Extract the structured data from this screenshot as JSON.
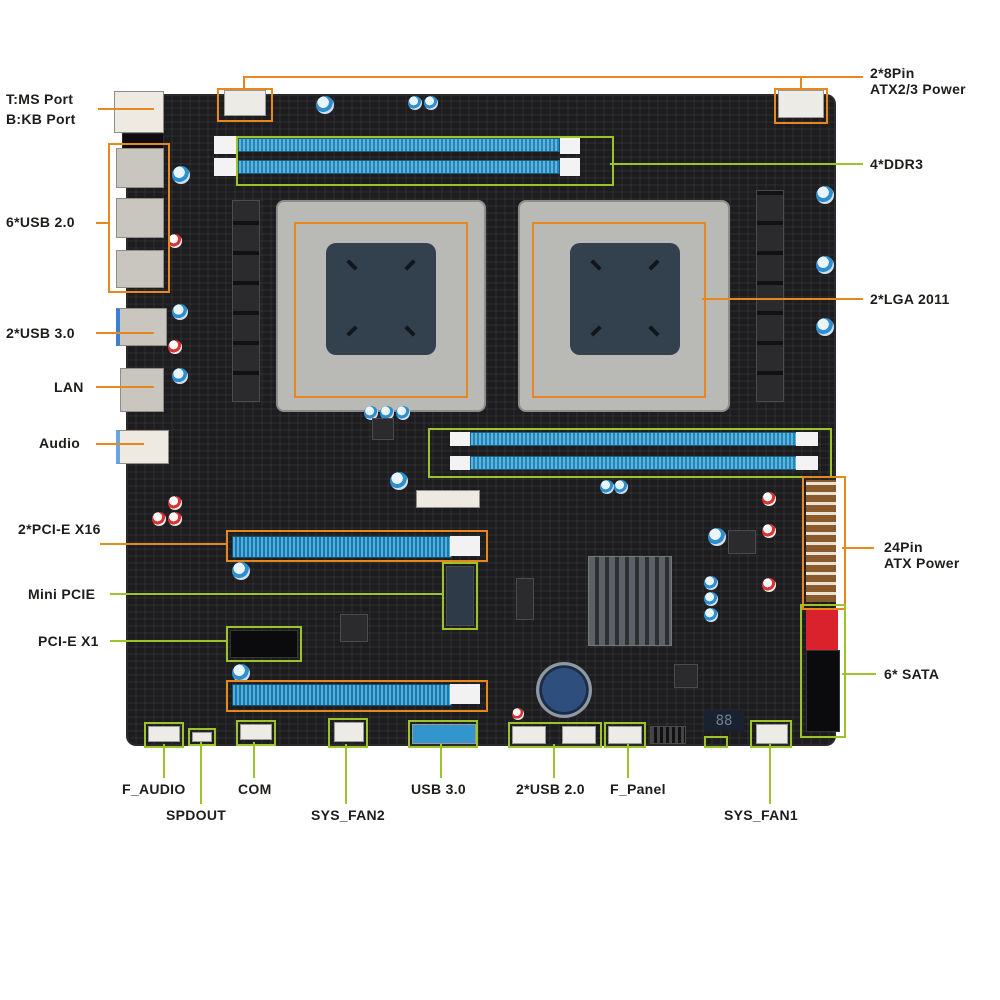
{
  "diagram": {
    "subject": "Dual-socket LGA 2011 server motherboard",
    "colors": {
      "callout_orange": "#e8871e",
      "callout_green": "#9cc42a",
      "board": "#1d1d1f",
      "slot_blue": "#3a98c9"
    },
    "left_labels": {
      "ms_port": "T:MS Port",
      "kb_port": "B:KB Port",
      "usb2": "6*USB 2.0",
      "usb3": "2*USB 3.0",
      "lan": "LAN",
      "audio": "Audio",
      "pcie_x16": "2*PCI-E X16",
      "mini_pcie": "Mini PCIE",
      "pcie_x1": "PCI-E X1"
    },
    "right_labels": {
      "atx_8pin_line1": "2*8Pin",
      "atx_8pin_line2": "ATX2/3 Power",
      "ddr3": "4*DDR3",
      "lga": "2*LGA 2011",
      "atx24_line1": "24Pin",
      "atx24_line2": "ATX Power",
      "sata": "6* SATA"
    },
    "bottom_labels": {
      "f_audio": "F_AUDIO",
      "spdout": "SPDOUT",
      "com": "COM",
      "sys_fan2": "SYS_FAN2",
      "usb3_header": "USB 3.0",
      "usb2_headers": "2*USB 2.0",
      "f_panel": "F_Panel",
      "sys_fan1": "SYS_FAN1"
    },
    "debug_led": "88"
  }
}
